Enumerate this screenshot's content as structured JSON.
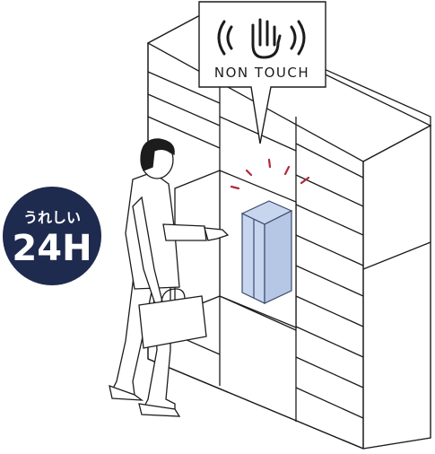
{
  "bubble": {
    "label": "NON TOUCH",
    "icon": "hand-wave-icon"
  },
  "badge": {
    "top_text": "うれしい",
    "main_text": "24H",
    "color": "#1f2a4f"
  },
  "colors": {
    "parcel": "#c7d6ee",
    "parcel_stroke": "#3b4a6b",
    "sensor_marks": "#b02a3a",
    "line": "#1c1c1c"
  }
}
